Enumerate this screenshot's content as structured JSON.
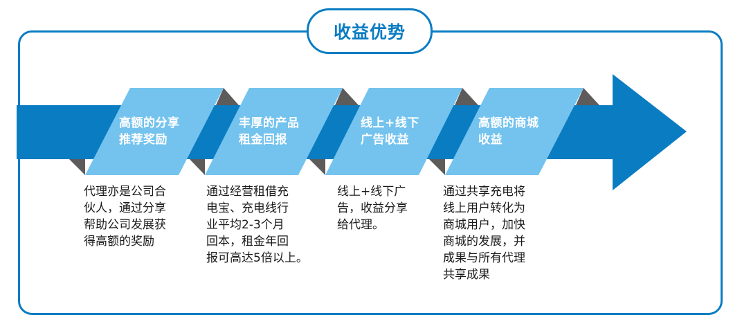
{
  "title": "收益优势",
  "colors": {
    "band": "#0a7cc2",
    "panel": "#74c3ee",
    "fold": "#5e5b5b",
    "frame": "#0a7cc2",
    "panel_text": "#ffffff",
    "desc_text": "#1a1a1a"
  },
  "steps": [
    {
      "title": "高额的分享\n推荐奖励",
      "description": "代理亦是公司合\n伙人，通过分享\n帮助公司发展获\n得高额的奖励"
    },
    {
      "title": "丰厚的产品\n租金回报",
      "description": "通过经营租借充\n电宝、充电线行\n业平均2-3个月\n回本，租金年回\n报可高达5倍以上。"
    },
    {
      "title": "线上+线下\n广告收益",
      "description": "线上+线下广\n告，收益分享\n给代理。"
    },
    {
      "title": "高额的商城\n收益",
      "description": "通过共享充电将\n线上用户转化为\n商城用户，加快\n商城的发展，并\n成果与所有代理\n共享成果"
    }
  ]
}
